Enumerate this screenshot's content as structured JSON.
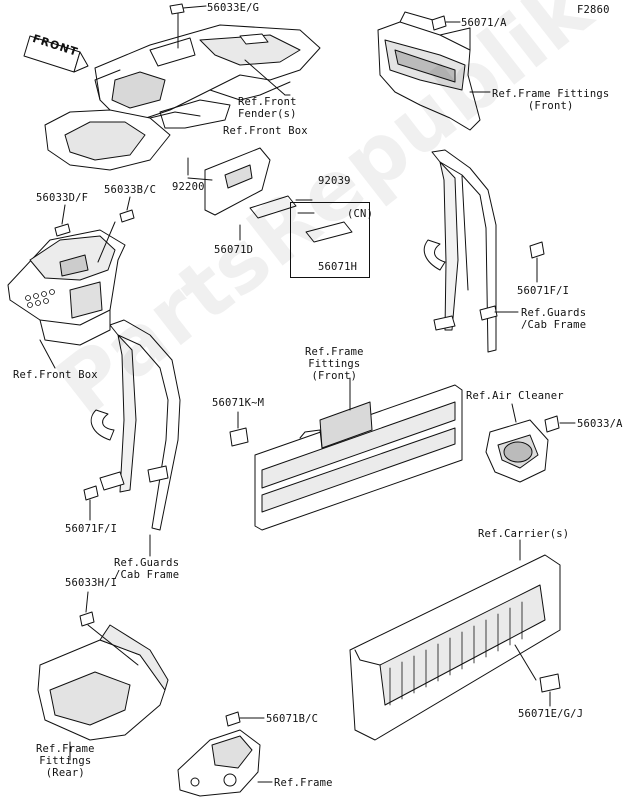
{
  "figure_code": "F2860",
  "front_tag": "FRONT",
  "watermark": "PartsRepublik",
  "labels": {
    "p56033_eg": "56033E/G",
    "p56071_a": "56071/A",
    "ref_front_fender": "Ref.Front\nFender(s)",
    "ref_frame_fittings_front_top": "Ref.Frame Fittings\n(Front)",
    "ref_front_box_top": "Ref.Front Box",
    "p92200": "92200",
    "p92039": "92039",
    "cn": "(CN)",
    "p56071d": "56071D",
    "p56071h": "56071H",
    "p56033_df": "56033D/F",
    "p56033_bc": "56033B/C",
    "p56071_fi_right": "56071F/I",
    "ref_guards_cab_right": "Ref.Guards\n/Cab Frame",
    "ref_front_box_left": "Ref.Front Box",
    "ref_frame_fittings_front_mid": "Ref.Frame\nFittings\n(Front)",
    "ref_air_cleaner": "Ref.Air Cleaner",
    "p56033_a": "56033/A",
    "p56071_km": "56071K~M",
    "p56071_fi_left": "56071F/I",
    "ref_guards_cab_left": "Ref.Guards\n/Cab Frame",
    "ref_carriers": "Ref.Carrier(s)",
    "p56033_hi": "56033H/I",
    "p56071_egj": "56071E/G/J",
    "ref_frame_fittings_rear": "Ref.Frame\nFittings\n(Rear)",
    "p56071_bc": "56071B/C",
    "ref_frame": "Ref.Frame"
  }
}
